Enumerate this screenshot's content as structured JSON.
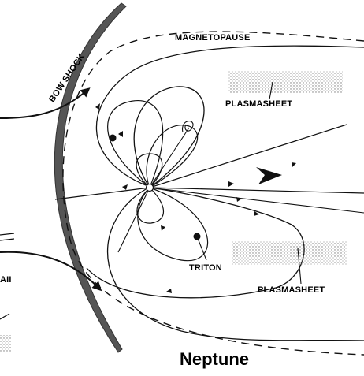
{
  "labels": {
    "bow_shock": "BOW SHOCK",
    "magnetopause": "MAGNETOPAUSE",
    "plasmasheet_top": "PLASMASHEET",
    "plasmasheet_bottom": "PLASMASHEET",
    "triton": "TRITON",
    "planet_name": "Neptune",
    "cropped_fragment": "AII"
  },
  "colors": {
    "ink": "#111111",
    "bow_shock_fill": "#555555",
    "stipple": "#888888",
    "background": "#ffffff"
  }
}
